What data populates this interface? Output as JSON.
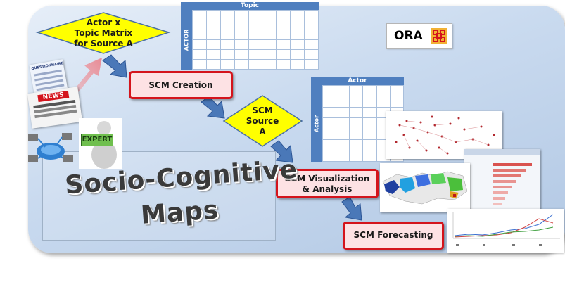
{
  "diagram": {
    "topic_matrix": {
      "header": "Topic",
      "side_label": "ACTOR"
    },
    "actor_matrix": {
      "header": "Actor",
      "side_label": "Actor"
    },
    "diamond_source_matrix": {
      "line1": "Actor x",
      "line2": "Topic Matrix",
      "line3": "for Source A"
    },
    "diamond_scm_source": {
      "line1": "SCM",
      "line2": "Source",
      "line3": "A"
    },
    "box_scm_creation": {
      "label": "SCM Creation"
    },
    "box_scm_visualization": {
      "line1": "SCM Visualization",
      "line2": "& Analysis"
    },
    "box_scm_forecasting": {
      "label": "SCM Forecasting"
    },
    "ora_logo": {
      "label": "ORA",
      "icon": "ora-grid-icon"
    },
    "title": {
      "line1": "Socio-Cognitive",
      "line2": "Maps"
    },
    "sources": {
      "questionnaire_label": "QUESTIONNAIRE",
      "news_label": "NEWS",
      "expert_label": "EXPERT"
    },
    "colors": {
      "box_border": "#d4141c",
      "box_fill": "#fde2e4",
      "diamond_fill": "#ffff00",
      "arrow": "#4a78b8",
      "matrix_header": "#4f7fbf"
    }
  }
}
